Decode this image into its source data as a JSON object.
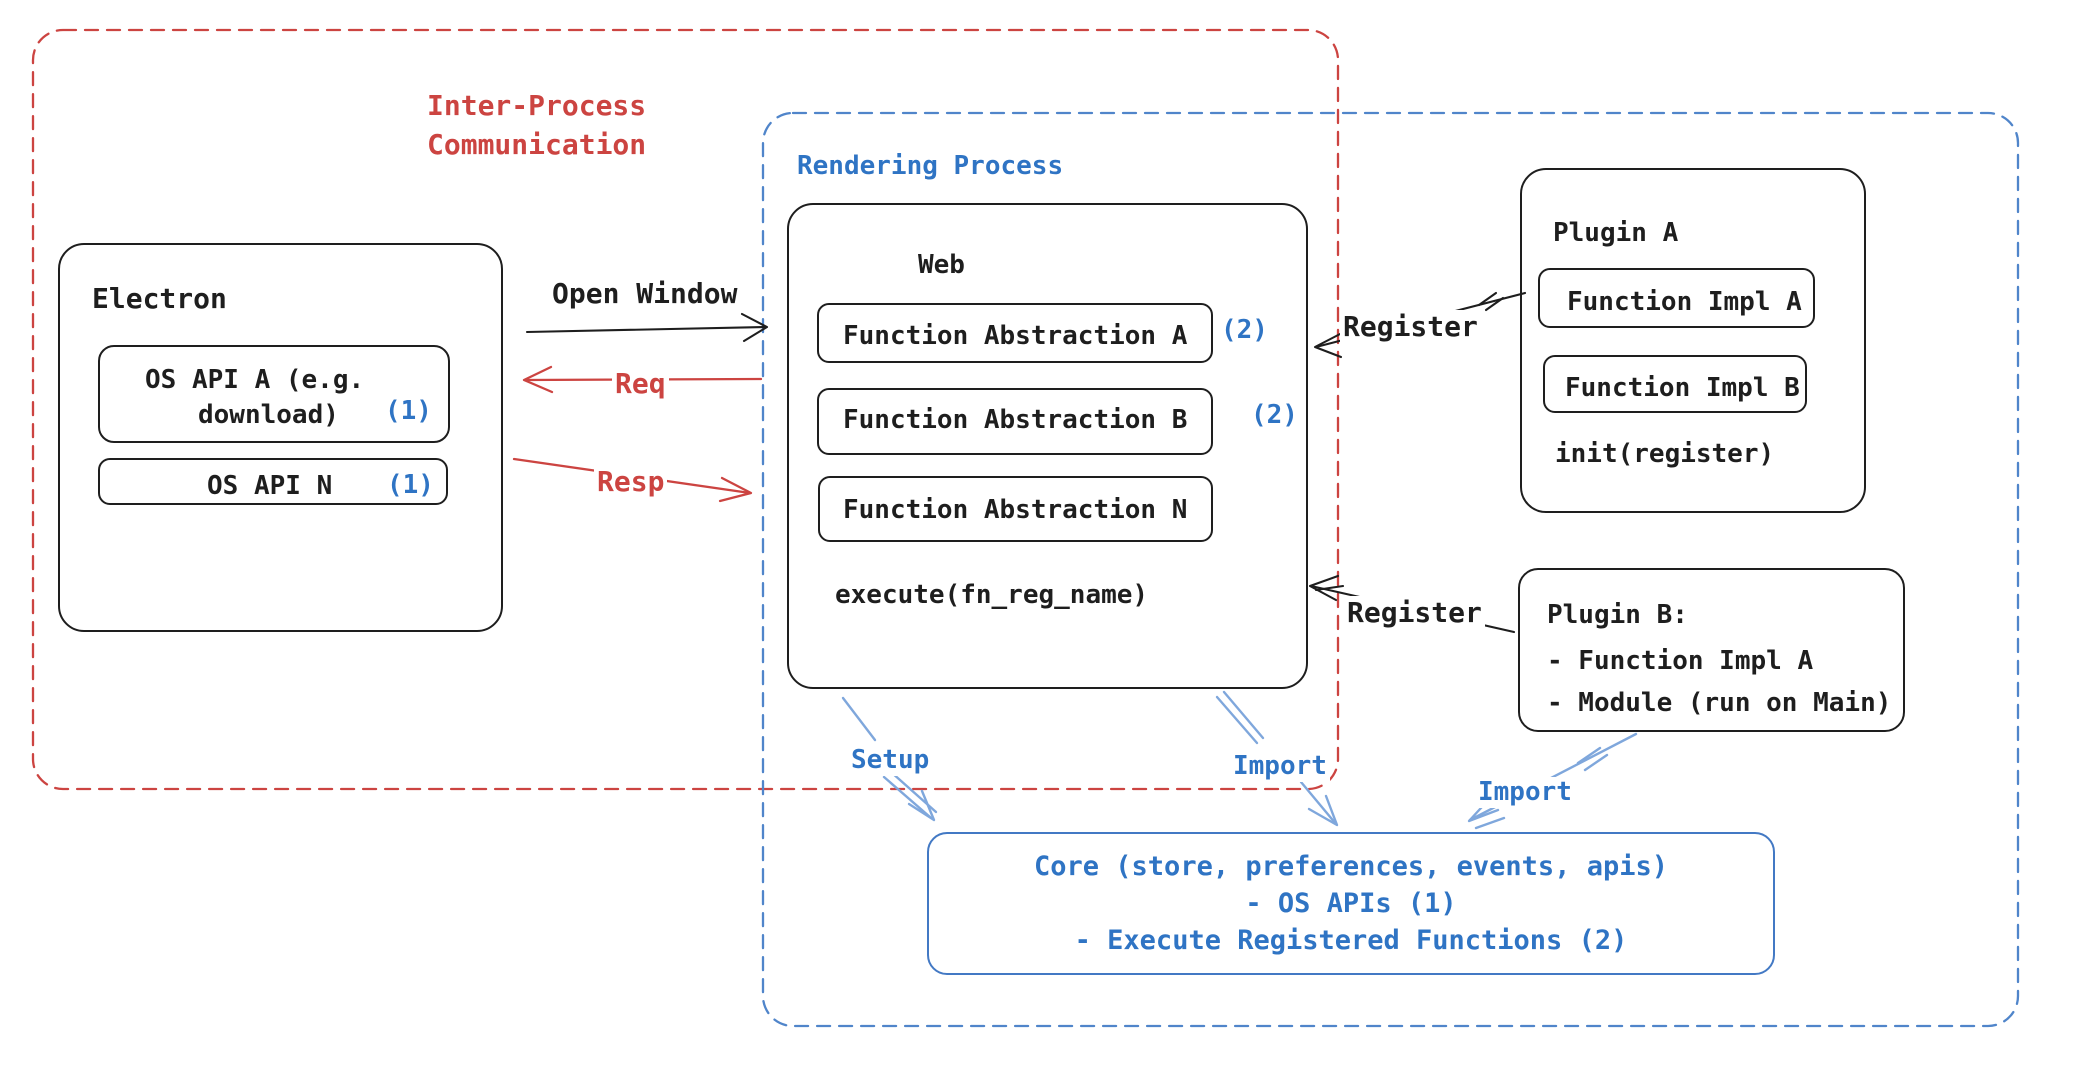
{
  "ipc_region": {
    "title_line1": "Inter-Process",
    "title_line2": "Communication"
  },
  "rendering_region": {
    "title": "Rendering Process"
  },
  "electron": {
    "title": "Electron",
    "os_api_a_line1": "OS API A (e.g.",
    "os_api_a_line2": "download)",
    "os_api_a_ref": "(1)",
    "os_api_n": "OS API N",
    "os_api_n_ref": "(1)"
  },
  "web": {
    "title": "Web",
    "fn_abstraction_a": "Function Abstraction A",
    "fn_abstraction_a_ref": "(2)",
    "fn_abstraction_b": "Function Abstraction B",
    "fn_abstraction_b_ref": "(2)",
    "fn_abstraction_n": "Function Abstraction N",
    "execute": "execute(fn_reg_name)"
  },
  "plugin_a": {
    "title": "Plugin A",
    "impl_a": "Function Impl A",
    "impl_b": "Function Impl B",
    "init": "init(register)"
  },
  "plugin_b": {
    "title": "Plugin B:",
    "item1": "- Function Impl A",
    "item2": "- Module (run on Main)"
  },
  "core": {
    "line1": "Core (store, preferences, events, apis)",
    "line2": "- OS APIs (1)",
    "line3": "- Execute Registered Functions (2)"
  },
  "labels": {
    "open_window": "Open Window",
    "req": "Req",
    "resp": "Resp",
    "register_plugin_a": "Register",
    "register_plugin_b": "Register",
    "setup": "Setup",
    "import_web": "Import",
    "import_plugin_b": "Import"
  },
  "colors": {
    "red": "#cc4441",
    "blue": "#2f74c4",
    "region_blue": "#5085ca",
    "core_border": "#4379c4",
    "arrow_blue": "#7fa7dc",
    "ink": "#1e1e1e"
  }
}
